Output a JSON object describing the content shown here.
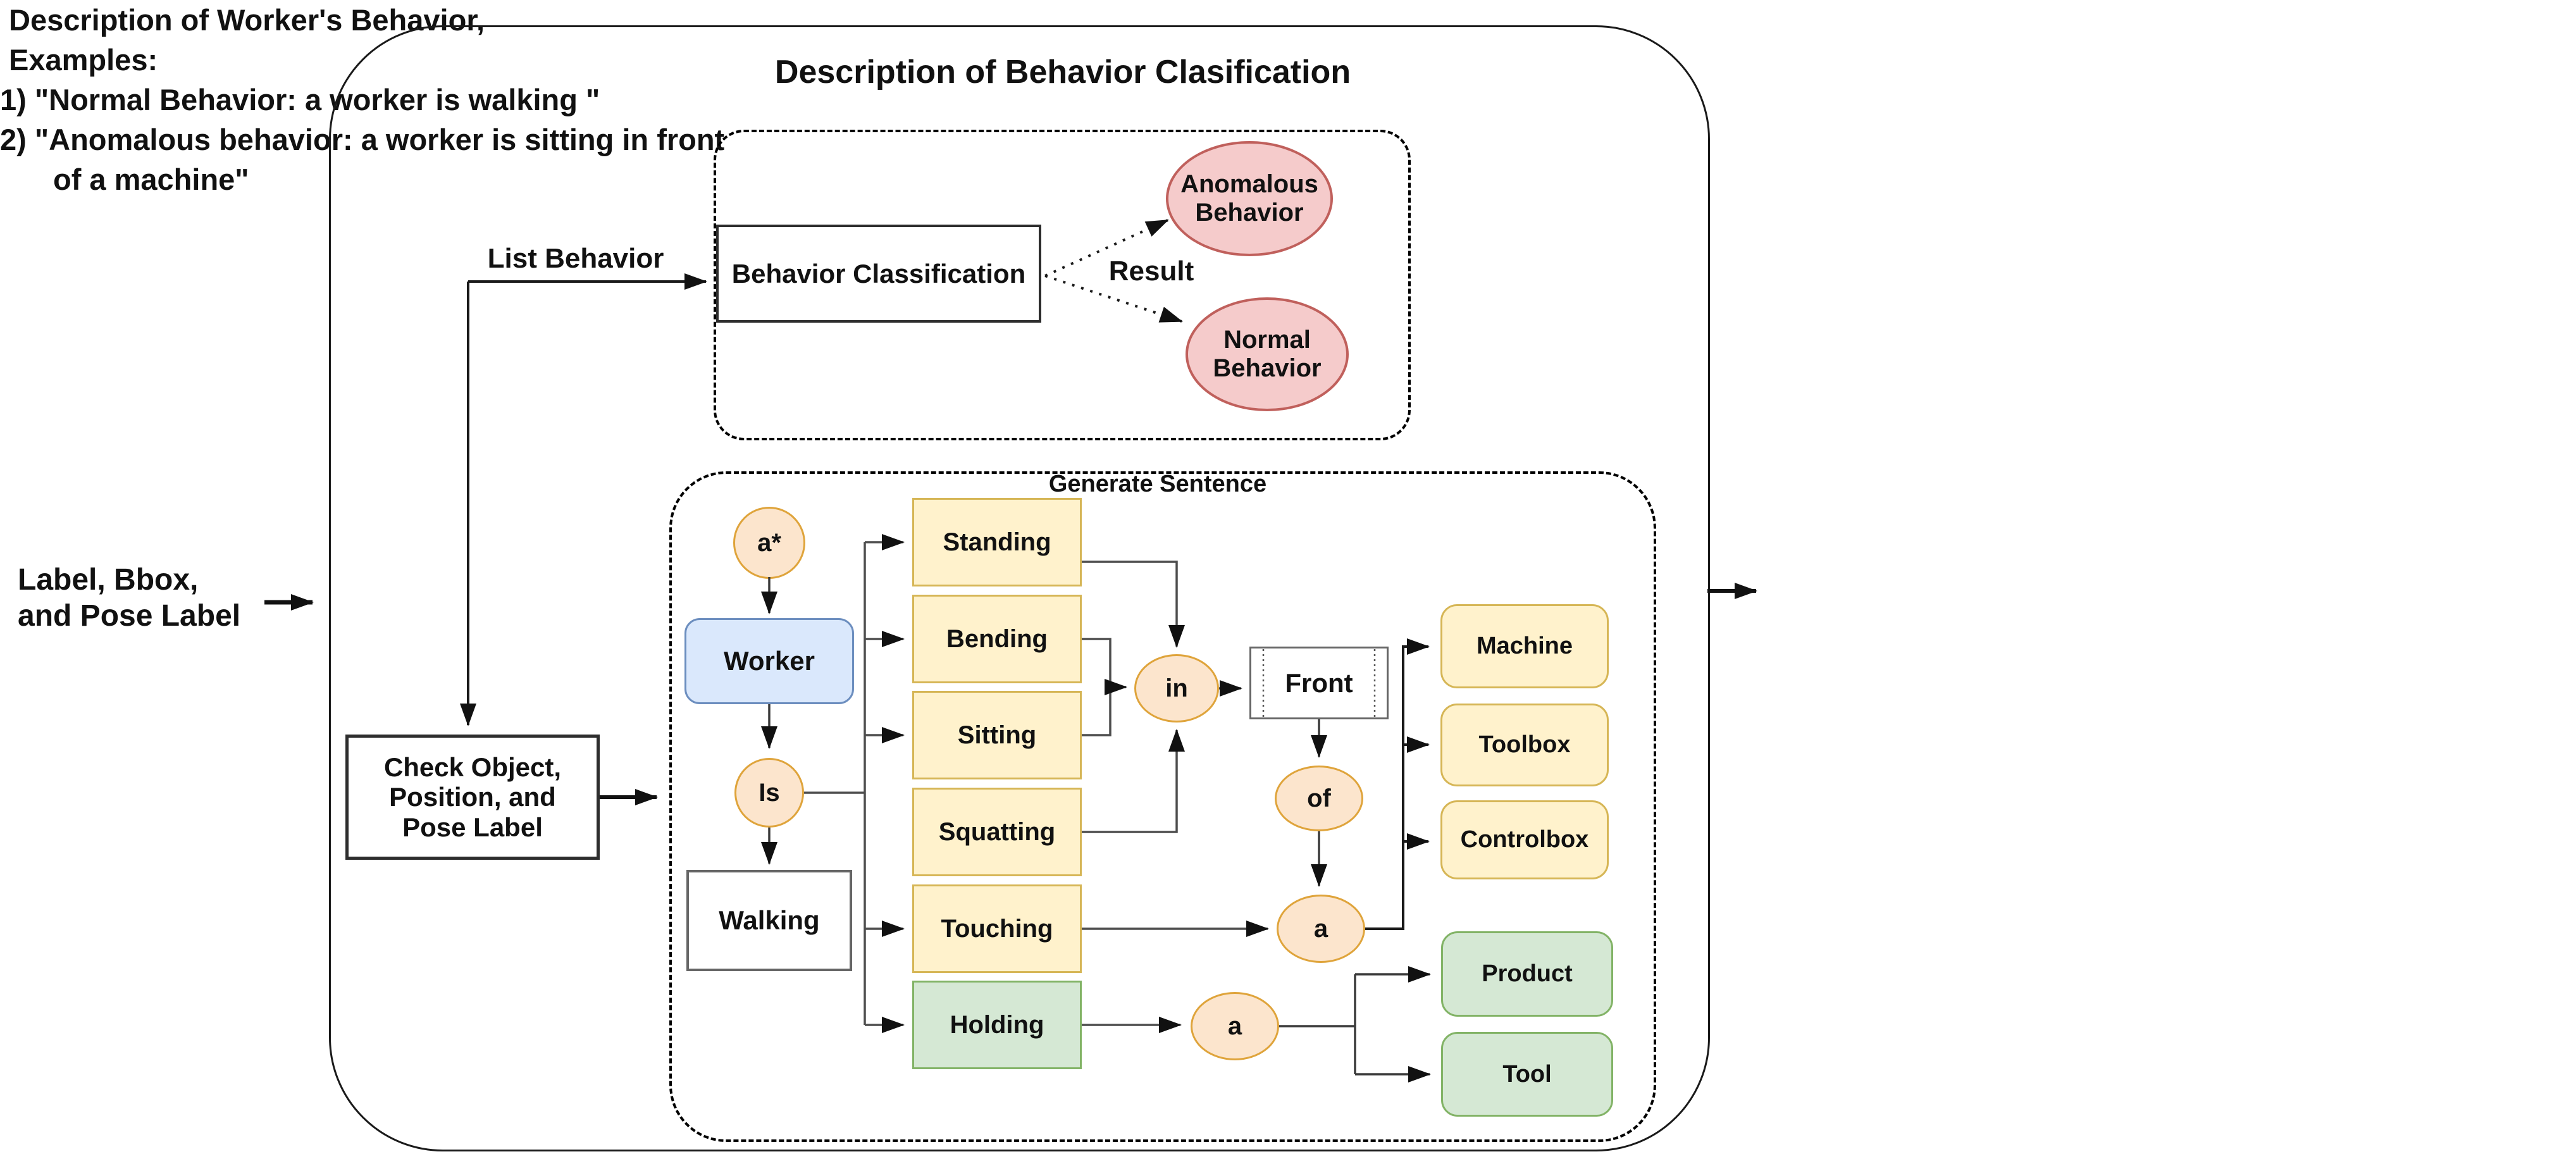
{
  "title": "Description of Behavior Clasification",
  "left_input": {
    "line1": "Label, Bbox,",
    "line2": "and Pose Label"
  },
  "check_box": {
    "line1": "Check Object,",
    "line2": "Position, and",
    "line3": "Pose Label"
  },
  "labels": {
    "list_behavior": "List Behavior",
    "result": "Result",
    "generate_sentence": "Generate Sentence"
  },
  "classification": {
    "box_label": "Behavior Classification",
    "anomalous": {
      "line1": "Anomalous",
      "line2": "Behavior"
    },
    "normal": {
      "line1": "Normal",
      "line2": "Behavior"
    }
  },
  "gs": {
    "a_star": "a*",
    "worker": "Worker",
    "is": "Is",
    "walking": "Walking",
    "behaviors": [
      "Standing",
      "Bending",
      "Sitting",
      "Squatting",
      "Touching",
      "Holding"
    ],
    "in_word": "in",
    "front": "Front",
    "of_word": "of",
    "article1": "a",
    "article2": "a",
    "objects": [
      "Machine",
      "Toolbox",
      "Controlbox"
    ],
    "held": [
      "Product",
      "Tool"
    ]
  },
  "output": {
    "line1": "Description of Worker's Behavior,",
    "line2": "Examples:",
    "line3": "1) \"Normal Behavior: a worker is walking \"",
    "line4": "2) \"Anomalous behavior: a worker is sitting in front",
    "line5": "of a machine\""
  },
  "colors": {
    "yellow_fill": "#FFF2CC",
    "yellow_border": "#D6B656",
    "green_fill": "#D5E8D4",
    "green_border": "#82B366",
    "blue_fill": "#DAE8FC",
    "blue_border": "#6C8EBF",
    "peach_fill": "#FCE5CD",
    "peach_border": "#DFA43B",
    "pink_fill": "#F5CBCB",
    "pink_border": "#C0605C",
    "line": "#1a1a1a"
  }
}
